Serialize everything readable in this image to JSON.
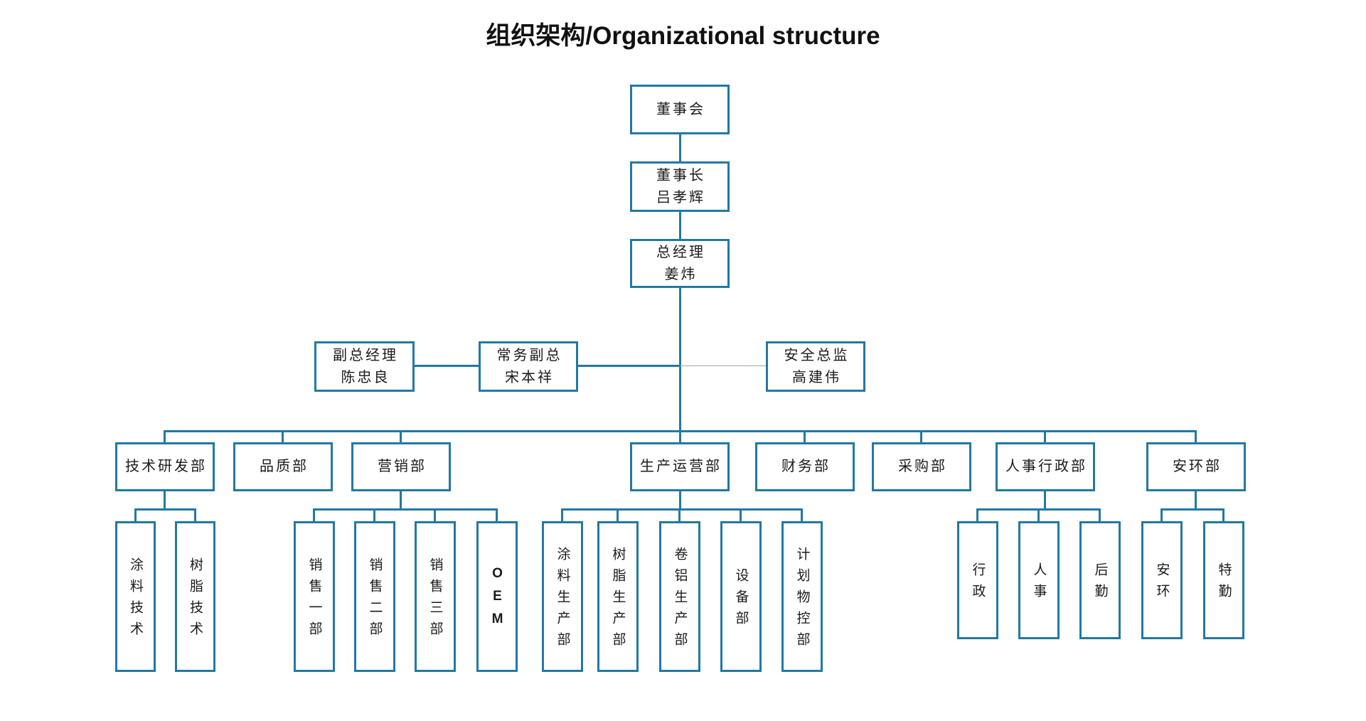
{
  "title": "组织架构/Organizational structure",
  "colors": {
    "accent": "#2279a2",
    "thin_line": "#a3a3a3",
    "text": "#1a1a1a"
  },
  "chart": {
    "root": {
      "label": "董事会"
    },
    "chairman": {
      "role": "董事长",
      "name": "吕孝辉"
    },
    "general_manager": {
      "role": "总经理",
      "name": "姜炜"
    },
    "executives": [
      {
        "role": "副总经理",
        "name": "陈忠良"
      },
      {
        "role": "常务副总",
        "name": "宋本祥"
      },
      {
        "role": "安全总监",
        "name": "高建伟"
      }
    ],
    "departments": [
      {
        "label": "技术研发部",
        "children": [
          "涂料技术",
          "树脂技术"
        ]
      },
      {
        "label": "品质部",
        "children": []
      },
      {
        "label": "营销部",
        "children": [
          "销售一部",
          "销售二部",
          "销售三部",
          "OEM"
        ]
      },
      {
        "label": "生产运营部",
        "children": [
          "涂料生产部",
          "树脂生产部",
          "卷铝生产部",
          "设备部",
          "计划物控部"
        ]
      },
      {
        "label": "财务部",
        "children": []
      },
      {
        "label": "采购部",
        "children": []
      },
      {
        "label": "人事行政部",
        "children": [
          "行政",
          "人事",
          "后勤"
        ]
      },
      {
        "label": "安环部",
        "children": [
          "安环",
          "特勤"
        ]
      }
    ]
  }
}
